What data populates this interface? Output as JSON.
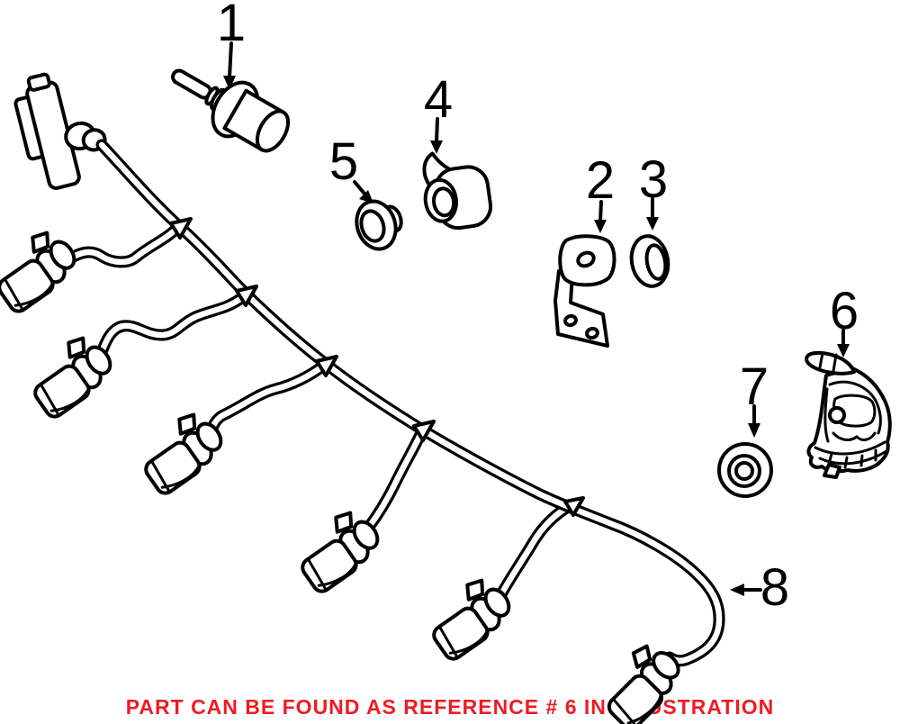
{
  "illustration": {
    "background": "#FFFFFF",
    "line_color": "#000000",
    "caption": {
      "text": "PART CAN BE FOUND AS REFERENCE # 6 IN ILLUSTRATION",
      "color": "#ED1C24"
    },
    "callouts": [
      {
        "number": "1",
        "part": "outside-temperature-sensor"
      },
      {
        "number": "2",
        "part": "mounting-bracket"
      },
      {
        "number": "3",
        "part": "cap-grommet"
      },
      {
        "number": "4",
        "part": "parking-distance-sensor"
      },
      {
        "number": "5",
        "part": "grommet"
      },
      {
        "number": "6",
        "part": "sensor-mount-bracket"
      },
      {
        "number": "7",
        "part": "grommet-ring"
      },
      {
        "number": "8",
        "part": "wiring-harness"
      }
    ]
  }
}
